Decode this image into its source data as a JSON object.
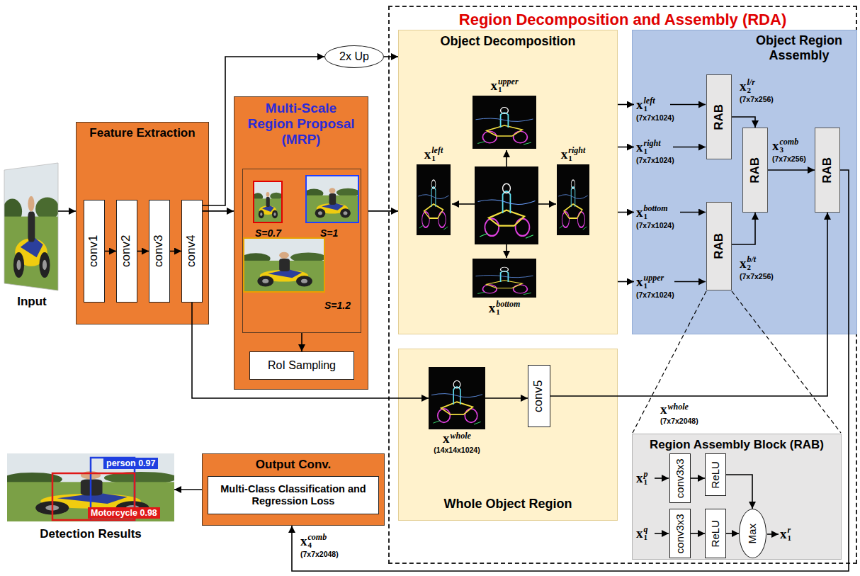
{
  "diagram": {
    "nodes": [
      {
        "text": [
          "Input"
        ]
      },
      {
        "text": [
          "Feature Extraction"
        ]
      },
      {
        "text": [
          "conv1"
        ],
        "in": 1
      },
      {
        "text": [
          "conv2"
        ],
        "in": 1
      },
      {
        "text": [
          "conv3"
        ],
        "in": 1
      },
      {
        "text": [
          "conv4"
        ],
        "in": 1
      },
      {
        "text": [
          "2x Up"
        ]
      },
      {
        "text": [
          "Multi-Scale Region Proposal (MRP)"
        ]
      },
      {
        "text": [
          "S=0.7",
          "S=1",
          "S=1.2"
        ],
        "in": 7
      },
      {
        "text": [
          "RoI Sampling"
        ],
        "in": 7
      },
      {
        "text": [
          "Region Decomposition and Assembly (RDA)"
        ]
      },
      {
        "text": [
          "Object Decomposition"
        ],
        "in": 10
      },
      {
        "text": [
          "x",
          "1",
          "upper"
        ],
        "in": 11
      },
      {
        "text": [
          "x",
          "1",
          "left"
        ],
        "in": 11
      },
      {
        "text": [
          "x",
          "1",
          "right"
        ],
        "in": 11
      },
      {
        "text": [
          "x",
          "1",
          "bottom"
        ],
        "in": 11
      },
      {
        "text": [
          "Object Region Assembly"
        ],
        "in": 10
      },
      {
        "text": [
          "RAB"
        ],
        "in": 16
      },
      {
        "text": [
          "RAB"
        ],
        "in": 16
      },
      {
        "text": [
          "RAB"
        ],
        "in": 16
      },
      {
        "text": [
          "RAB"
        ],
        "in": 16
      },
      {
        "text": [
          "Whole Object Region"
        ],
        "in": 10
      },
      {
        "text": [
          "x",
          "whole",
          "(14x14x1024)"
        ],
        "in": 21
      },
      {
        "text": [
          "conv5"
        ],
        "in": 21
      },
      {
        "text": [
          "Region Assembly Block (RAB)"
        ],
        "in": 10
      },
      {
        "text": [
          "conv3x3"
        ],
        "in": 24
      },
      {
        "text": [
          "ReLU"
        ],
        "in": 24
      },
      {
        "text": [
          "conv3x3"
        ],
        "in": 24
      },
      {
        "text": [
          "ReLU"
        ],
        "in": 24
      },
      {
        "text": [
          "Max"
        ],
        "in": 24
      },
      {
        "text": [
          "Output Conv."
        ]
      },
      {
        "text": [
          "Multi-Class Classification and Regression Loss"
        ],
        "in": 30
      },
      {
        "text": [
          "Detection Results"
        ]
      }
    ],
    "edges": [
      {
        "from": 0,
        "to": 1,
        "arrow": "to"
      },
      {
        "from": 2,
        "to": 3,
        "arrow": "to"
      },
      {
        "from": 3,
        "to": 4,
        "arrow": "to"
      },
      {
        "from": 4,
        "to": 5,
        "arrow": "to"
      },
      {
        "from": 5,
        "to": 6,
        "arrow": "to"
      },
      {
        "from": 5,
        "to": 7,
        "arrow": "to"
      },
      {
        "from": 6,
        "to": 11,
        "arrow": "to"
      },
      {
        "from": 7,
        "to": 11,
        "arrow": "to"
      },
      {
        "from": 8,
        "to": 9,
        "arrow": "to"
      },
      {
        "from": 5,
        "to": 22,
        "arrow": "to"
      },
      {
        "from": 22,
        "to": 23,
        "arrow": "to"
      },
      {
        "from": 17,
        "to": 19,
        "arrow": "to"
      },
      {
        "from": 18,
        "to": 19,
        "arrow": "to"
      },
      {
        "from": 19,
        "to": 20,
        "arrow": "to"
      },
      {
        "from": 23,
        "to": 20,
        "arrow": "to"
      },
      {
        "from": 20,
        "to": 30,
        "arrow": "to"
      },
      {
        "from": 30,
        "to": 32,
        "arrow": "to"
      },
      {
        "from": 25,
        "to": 26,
        "arrow": "to"
      },
      {
        "from": 27,
        "to": 28,
        "arrow": "to"
      },
      {
        "from": 26,
        "to": 29,
        "arrow": "to"
      },
      {
        "from": 28,
        "to": 29,
        "arrow": "to"
      }
    ],
    "labels": [
      "x",
      "1",
      "left",
      "(7x7x1024)",
      "x",
      "1",
      "right",
      "(7x7x1024)",
      "x",
      "1",
      "bottom",
      "(7x7x1024)",
      "x",
      "1",
      "upper",
      "(7x7x1024)",
      "x",
      "2",
      "l/r",
      "(7x7x256)",
      "x",
      "2",
      "b/t",
      "(7x7x256)",
      "x",
      "3",
      "comb",
      "(7x7x256)",
      "x",
      "whole",
      "(7x7x2048)",
      "x",
      "1",
      "p",
      "x",
      "1",
      "q",
      "x",
      "1",
      "r",
      "x",
      "4",
      "comb",
      "(7x7x2048)",
      "person 0.97",
      "Motorcycle 0.98"
    ]
  }
}
